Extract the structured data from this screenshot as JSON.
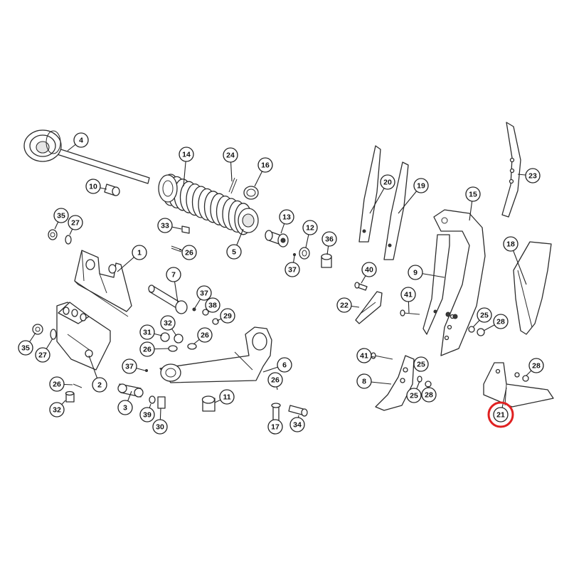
{
  "diagram": {
    "highlight_color": "#e02020",
    "highlighted_callout": "21",
    "callouts": [
      {
        "id": "c4",
        "label": "4"
      },
      {
        "id": "c14",
        "label": "14"
      },
      {
        "id": "c24",
        "label": "24"
      },
      {
        "id": "c16",
        "label": "16"
      },
      {
        "id": "c10",
        "label": "10"
      },
      {
        "id": "c35a",
        "label": "35"
      },
      {
        "id": "c27a",
        "label": "27"
      },
      {
        "id": "c33",
        "label": "33"
      },
      {
        "id": "c26a",
        "label": "26"
      },
      {
        "id": "c13",
        "label": "13"
      },
      {
        "id": "c12",
        "label": "12"
      },
      {
        "id": "c36",
        "label": "36"
      },
      {
        "id": "c5",
        "label": "5"
      },
      {
        "id": "c37a",
        "label": "37"
      },
      {
        "id": "c1",
        "label": "1"
      },
      {
        "id": "c7",
        "label": "7"
      },
      {
        "id": "c37b",
        "label": "37"
      },
      {
        "id": "c38",
        "label": "38"
      },
      {
        "id": "c29",
        "label": "29"
      },
      {
        "id": "c32a",
        "label": "32"
      },
      {
        "id": "c31",
        "label": "31"
      },
      {
        "id": "c26b",
        "label": "26"
      },
      {
        "id": "c26c",
        "label": "26"
      },
      {
        "id": "c35b",
        "label": "35"
      },
      {
        "id": "c27b",
        "label": "27"
      },
      {
        "id": "c37c",
        "label": "37"
      },
      {
        "id": "c6",
        "label": "6"
      },
      {
        "id": "c26d",
        "label": "26"
      },
      {
        "id": "c2",
        "label": "2"
      },
      {
        "id": "c26e",
        "label": "26"
      },
      {
        "id": "c32b",
        "label": "32"
      },
      {
        "id": "c3",
        "label": "3"
      },
      {
        "id": "c39",
        "label": "39"
      },
      {
        "id": "c30",
        "label": "30"
      },
      {
        "id": "c11",
        "label": "11"
      },
      {
        "id": "c17",
        "label": "17"
      },
      {
        "id": "c34",
        "label": "34"
      },
      {
        "id": "c20",
        "label": "20"
      },
      {
        "id": "c19",
        "label": "19"
      },
      {
        "id": "c15",
        "label": "15"
      },
      {
        "id": "c23",
        "label": "23"
      },
      {
        "id": "c18",
        "label": "18"
      },
      {
        "id": "c40",
        "label": "40"
      },
      {
        "id": "c9",
        "label": "9"
      },
      {
        "id": "c41a",
        "label": "41"
      },
      {
        "id": "c22",
        "label": "22"
      },
      {
        "id": "c25a",
        "label": "25"
      },
      {
        "id": "c28a",
        "label": "28"
      },
      {
        "id": "c41b",
        "label": "41"
      },
      {
        "id": "c25b",
        "label": "25"
      },
      {
        "id": "c28b",
        "label": "28"
      },
      {
        "id": "c8",
        "label": "8"
      },
      {
        "id": "c25c",
        "label": "25"
      },
      {
        "id": "c28c",
        "label": "28"
      },
      {
        "id": "c21",
        "label": "21"
      }
    ]
  }
}
